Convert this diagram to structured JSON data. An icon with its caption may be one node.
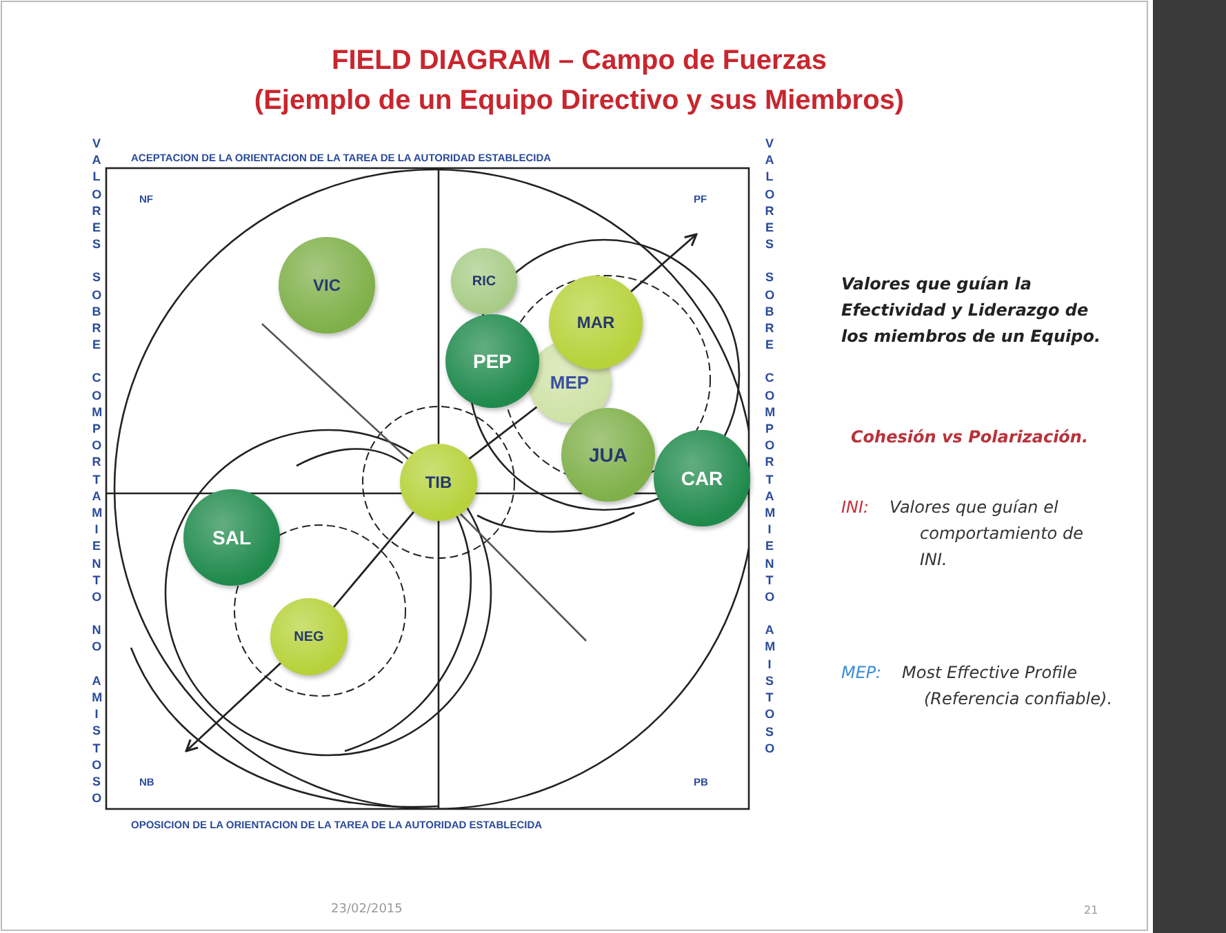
{
  "diagram": {
    "title": "FIELD DIAGRAM – Campo de Fuerzas",
    "nodes": [
      {
        "text": [
          "VIC"
        ]
      },
      {
        "text": [
          "RIC"
        ]
      },
      {
        "text": [
          "MAR"
        ]
      },
      {
        "text": [
          "PEP"
        ]
      },
      {
        "text": [
          "MEP"
        ]
      },
      {
        "text": [
          "JUA"
        ]
      },
      {
        "text": [
          "TIB"
        ]
      },
      {
        "text": [
          "CAR"
        ]
      },
      {
        "text": [
          "SAL"
        ]
      },
      {
        "text": [
          "NEG"
        ]
      }
    ],
    "edges": [
      {
        "from": 6,
        "to": 4,
        "arrow": "none"
      },
      {
        "from": 2,
        "to": null,
        "arrow": "to"
      },
      {
        "from": 9,
        "to": 6,
        "arrow": "none"
      },
      {
        "from": 9,
        "to": null,
        "arrow": "to"
      }
    ],
    "labels": [
      "(Ejemplo de un Equipo Directivo y sus Miembros)",
      "ACEPTACION DE LA ORIENTACION DE LA TAREA DE LA AUTORIDAD ESTABLECIDA",
      "NF",
      "PF",
      "NB",
      "PB",
      "OPOSICION DE LA ORIENTACION DE LA TAREA DE LA AUTORIDAD ESTABLECIDA",
      "VALORES SOBRE COMPORTAMIENTO NO AMISTOSO",
      "VALORES SOBRE COMPORTAMIENTO AMISTOSO",
      "Valores que guían la Efectividad y Liderazgo de los miembros de un Equipo.",
      "Cohesión vs Polarización.",
      "INI:",
      "Valores que guían el comportamiento de INI.",
      "MEP:",
      "Most Effective Profile (Referencia confiable).",
      "23/02/2015",
      "21"
    ]
  }
}
